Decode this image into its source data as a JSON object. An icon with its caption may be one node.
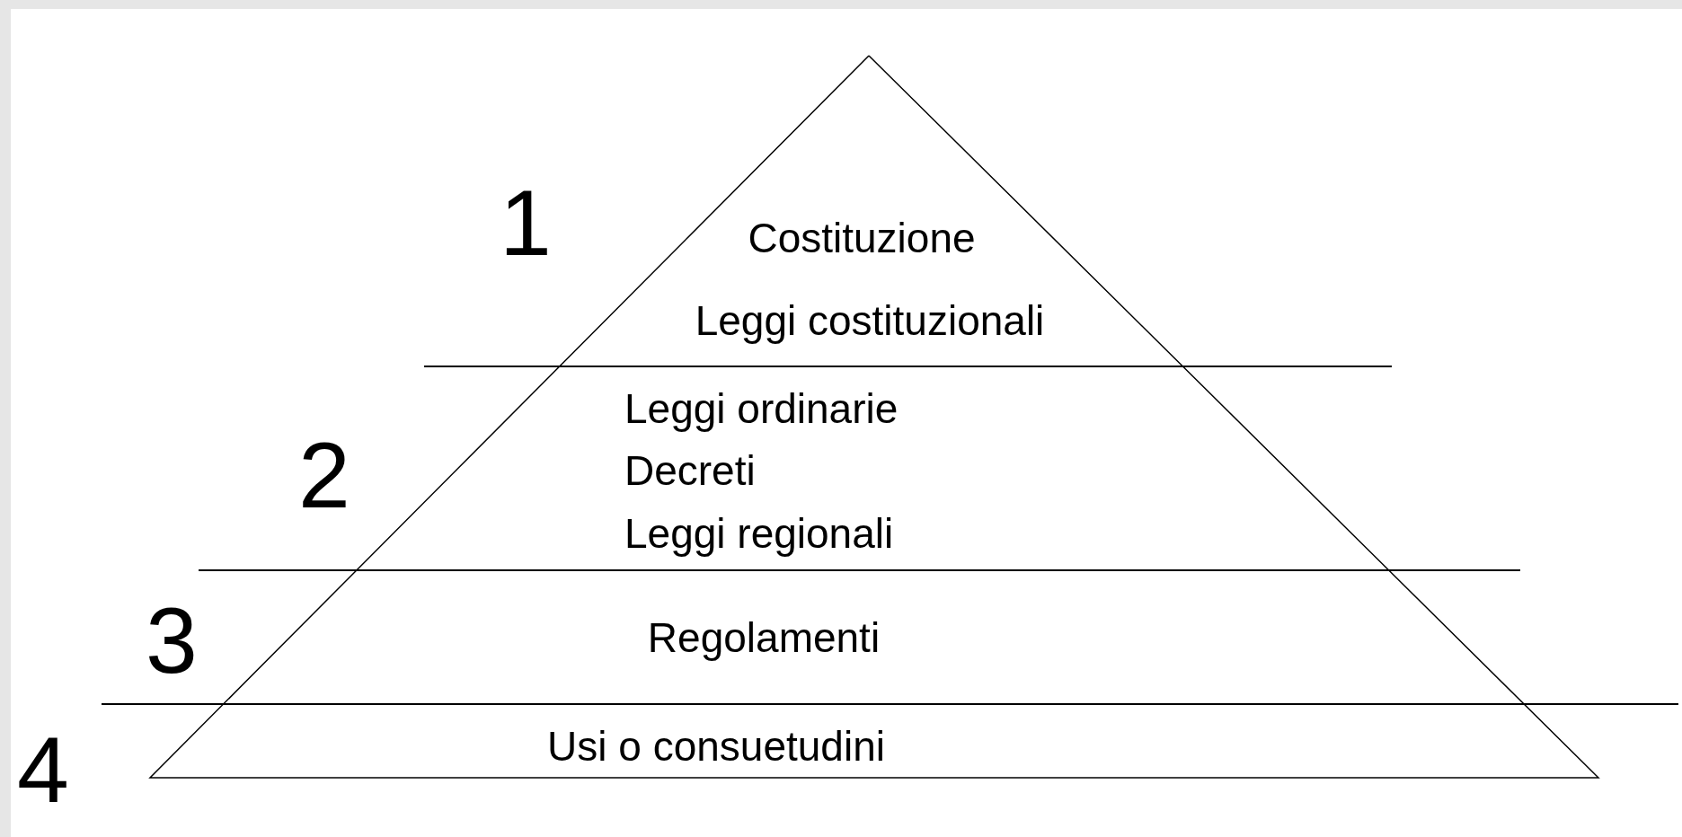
{
  "diagram": {
    "nodes": [
      {
        "text": [
          "Costituzione",
          "Leggi costituzionali"
        ]
      },
      {
        "text": [
          "Leggi ordinarie",
          "Decreti",
          "Leggi regionali"
        ]
      },
      {
        "text": [
          "Regolamenti"
        ]
      },
      {
        "text": [
          "Usi o consuetudini"
        ]
      }
    ],
    "edges": [],
    "labels": [
      "1",
      "2",
      "3",
      "4"
    ]
  }
}
